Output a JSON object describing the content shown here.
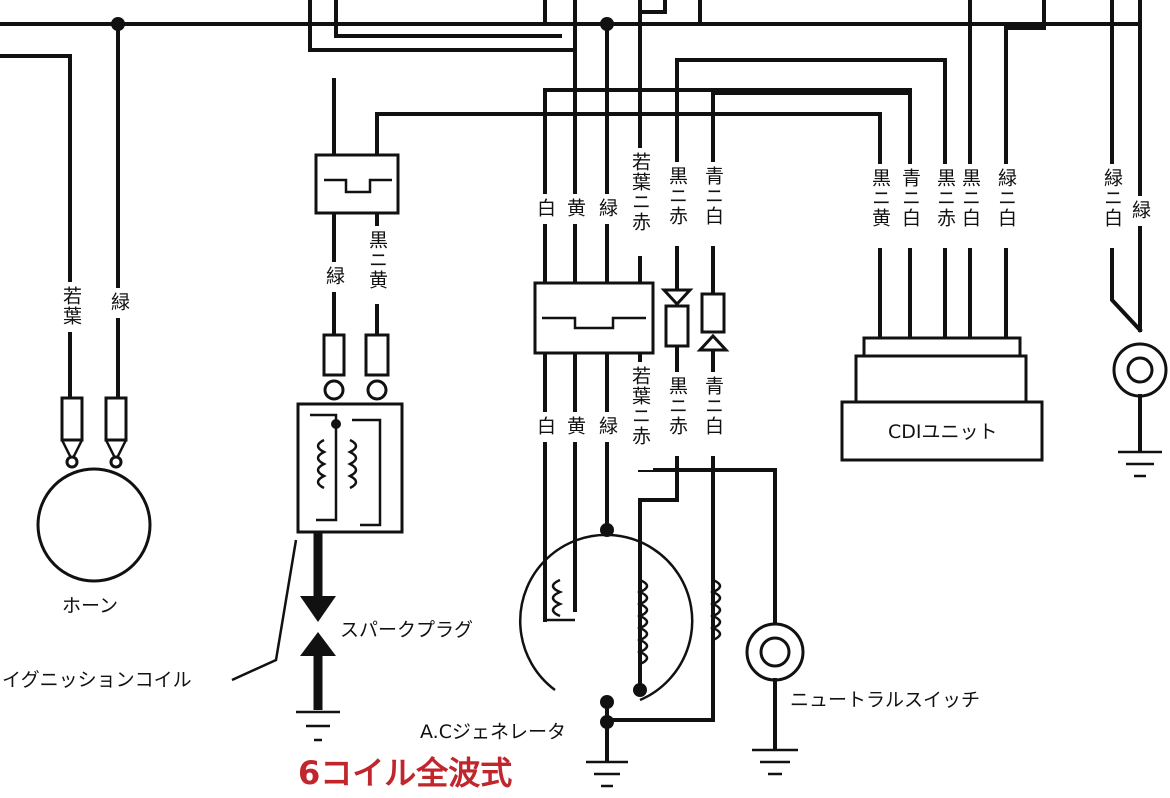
{
  "labels": {
    "horn": "ホーン",
    "ignition_coil": "イグニッションコイル",
    "spark_plug": "スパークプラグ",
    "ac_generator": "A.Cジェネレータ",
    "neutral_switch": "ニュートラルスイッチ",
    "cdi_unit": "CDIユニット",
    "caption": "6コイル全波式"
  },
  "wire_labels": {
    "horn_a": "若葉",
    "horn_b": "緑",
    "coil_a": "緑",
    "coil_b": "黒ニ黄",
    "gen_top_1": "白",
    "gen_top_2": "黄",
    "gen_top_3": "緑",
    "gen_top_4": "若葉ニ赤",
    "gen_top_5": "黒ニ赤",
    "gen_top_6": "青ニ白",
    "gen_bot_1": "白",
    "gen_bot_2": "黄",
    "gen_bot_3": "緑",
    "gen_bot_4": "若葉ニ赤",
    "gen_bot_5": "黒ニ赤",
    "gen_bot_6": "青ニ白",
    "cdi_1": "黒ニ黄",
    "cdi_2": "青ニ白",
    "cdi_3": "黒ニ赤",
    "cdi_4": "黒ニ白",
    "cdi_5": "緑ニ白",
    "right_1": "緑ニ白",
    "right_2": "緑"
  },
  "colors": {
    "line": "#111111",
    "caption": "#c0262c",
    "background": "#ffffff"
  }
}
